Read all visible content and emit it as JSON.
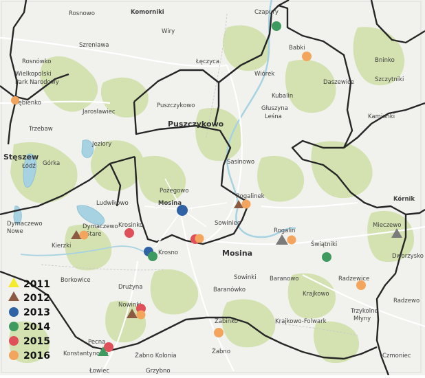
{
  "colors": {
    "background": "#f1f2ee",
    "forest": "#d3e2b0",
    "water": "#a7d2e2",
    "border": "#262626",
    "road": "#ffffff",
    "y2011": "#f5ea2c",
    "y2012": "#8c5a42",
    "y2013": "#2f63a6",
    "y2014": "#3e9a5e",
    "y2015": "#e0505a",
    "y2016": "#f3a55d",
    "grey_marker": "#7b7b7b"
  },
  "places": {
    "rosnowo": "Rosnowo",
    "komorniki": "Komorniki",
    "szreniawa": "Szreniawa",
    "wiry": "Wiry",
    "leczyca": "Łęczyca",
    "czapury": "Czapury",
    "babki": "Babki",
    "daszewice": "Daszewice",
    "bninko": "Bninko",
    "szczytniki": "Szczytniki",
    "kamionki": "Kamionki",
    "rosnowko": "Rosnówko",
    "wielkopolski_1": "Wielkopolski",
    "wielkopolski_2": "Park Narodowy",
    "dymienko": "Dębienko",
    "jarosławiec": "Jarosławiec",
    "trzebaw": "Trzebaw",
    "wiorek": "Wiórek",
    "kubalin": "Kubalin",
    "gluszyna_1": "Głuszyna",
    "gluszyna_2": "Leśna",
    "puszczykowo_small": "Puszczykowo",
    "puszczykowo": "Puszczykowo",
    "steszew": "Stęszew",
    "lodz": "Łódź",
    "gorka": "Górka",
    "jeziory": "Jeziory",
    "sasinowo": "Sasinowo",
    "pozegowo": "Pożegowo",
    "ludwikowo": "Ludwikowo",
    "mosina_center": "Mosina",
    "baranowo_label": "Baranowo",
    "dymaczewo_nowe_1": "Dymaczewo",
    "dymaczewo_nowe_2": "Nowe",
    "dymaczewo_stare_1": "Dymaczewo",
    "dymaczewo_stare_2": "Stare",
    "krosinko": "Krosinko",
    "kierzki": "Kierzki",
    "krosno": "Krosno",
    "sowiniec": "Sowiniec",
    "mosina": "Mosina",
    "rogalinek": "Rogalinek",
    "rogalin": "Rogalin",
    "swiatniki": "Świątniki",
    "mieczewo": "Mieczewo",
    "kornik": "Kórnik",
    "dworzysko": "Dworzysko",
    "radzewice": "Radzewice",
    "radzewo": "Radzewo",
    "borkowice": "Borkowice",
    "druzyna": "Drużyna",
    "sowinki": "Sowinki",
    "baranowko": "Baranówko",
    "baranowo": "Baranowo",
    "krajkowo": "Krajkowo",
    "krajkowo_folwark": "Krajkowo-Folwark",
    "trzykolne_1": "Trzykolne",
    "trzykolne_2": "Młyny",
    "nowinki": "Nowinki",
    "zabinko": "Żabinko",
    "zabno": "Żabno",
    "zabno_kolonia": "Żabno Kolonia",
    "pecna": "Pecna",
    "konstantynowo": "Konstantynowo",
    "grzybno": "Grzybno",
    "lowiec": "Łowiec",
    "czmoniec": "Czmoniec"
  },
  "legend": [
    {
      "label": "2011",
      "marker": "triangle",
      "color": "#f5ea2c"
    },
    {
      "label": "2012",
      "marker": "triangle",
      "color": "#8c5a42"
    },
    {
      "label": "2013",
      "marker": "circle",
      "color": "#2f63a6"
    },
    {
      "label": "2014",
      "marker": "circle",
      "color": "#3e9a5e"
    },
    {
      "label": "2015",
      "marker": "circle",
      "color": "#e0505a"
    },
    {
      "label": "2016",
      "marker": "circle",
      "color": "#f3a55d"
    }
  ]
}
